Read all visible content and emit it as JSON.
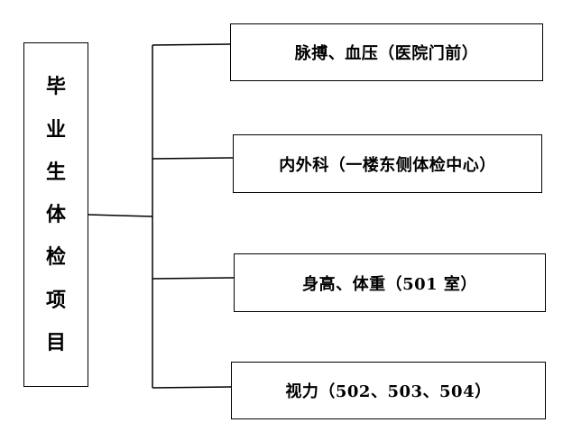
{
  "root": {
    "chars": [
      "毕",
      "业",
      "生",
      "体",
      "检",
      "项",
      "目"
    ]
  },
  "items": [
    {
      "label": "脉搏、血压（医院门前）"
    },
    {
      "label": "内外科（一楼东侧体检中心）"
    },
    {
      "label": "身高、体重（501 室）"
    },
    {
      "label": "视力（502、503、504）"
    }
  ],
  "colors": {
    "line": "#000000",
    "border": "#000000",
    "background": "#ffffff"
  }
}
